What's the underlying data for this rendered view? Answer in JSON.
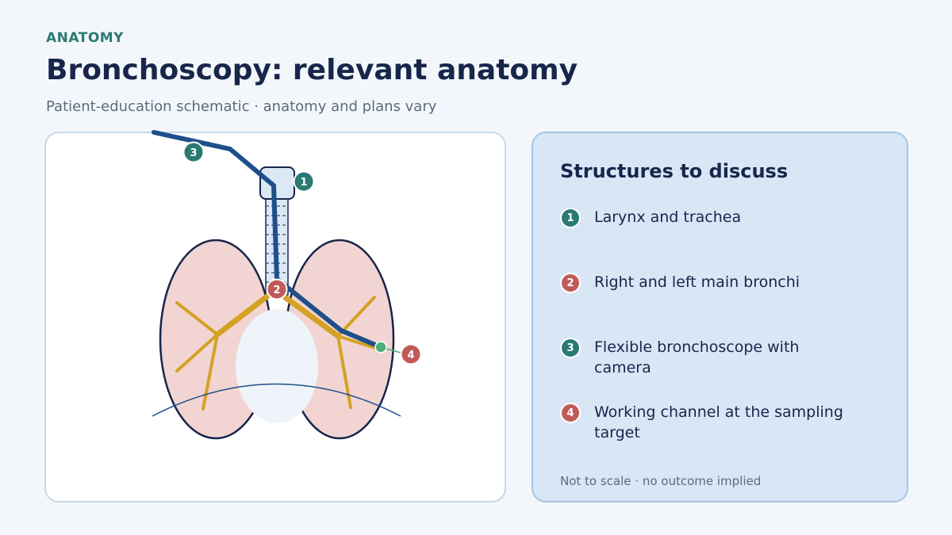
{
  "header": {
    "eyebrow": "ANATOMY",
    "title": "Bronchoscopy: relevant anatomy",
    "subtitle": "Patient-education schematic · anatomy and plans vary"
  },
  "diagram": {
    "markers": [
      {
        "number": "1",
        "color": "#2a7a72"
      },
      {
        "number": "2",
        "color": "#c05a5a"
      },
      {
        "number": "3",
        "color": "#2a7a72"
      },
      {
        "number": "4",
        "color": "#c05a5a"
      }
    ],
    "colors": {
      "lung_fill": "#f2d4d2",
      "outline": "#17264a",
      "bronchi": "#d4a124",
      "scope": "#1f4f8a",
      "trachea_fill": "#dbe8f6",
      "target": "#4caf7a"
    }
  },
  "panel": {
    "title": "Structures to discuss",
    "items": [
      {
        "number": "1",
        "label": "Larynx and trachea"
      },
      {
        "number": "2",
        "label": "Right and left main bronchi"
      },
      {
        "number": "3",
        "label": "Flexible bronchoscope with camera"
      },
      {
        "number": "4",
        "label": "Working channel at the sampling target"
      }
    ],
    "footer": "Not to scale · no outcome implied"
  }
}
